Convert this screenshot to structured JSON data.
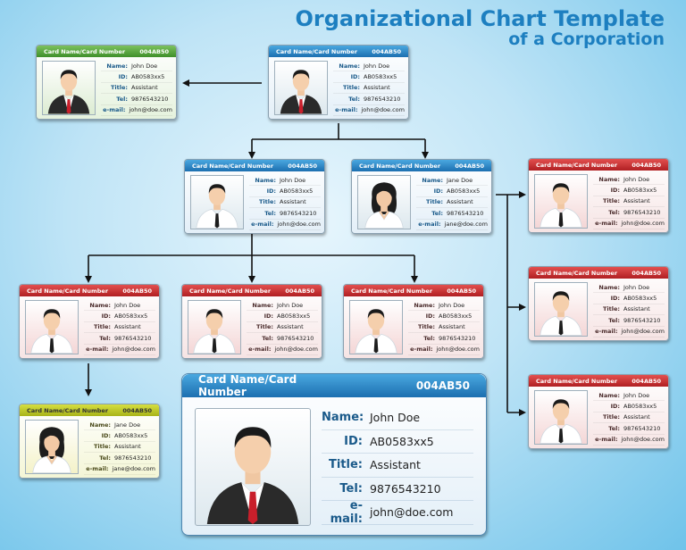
{
  "title": {
    "line1": "Organizational Chart Template",
    "line2": "of a Corporation"
  },
  "labels": {
    "name": "Name:",
    "id": "ID:",
    "title": "Title:",
    "tel": "Tel:",
    "email": "e-mail:"
  },
  "cards": [
    {
      "key": "top",
      "color": "blue",
      "header": "Card Name/Card Number",
      "number": "004AB50",
      "gender": "male-suit",
      "name": "John Doe",
      "id": "AB0583xx5",
      "title": "Assistant",
      "tel": "9876543210",
      "email": "john@doe.com"
    },
    {
      "key": "side",
      "color": "green",
      "header": "Card Name/Card Number",
      "number": "004AB50",
      "gender": "male-suit",
      "name": "John Doe",
      "id": "AB0583xx5",
      "title": "Assistant",
      "tel": "9876543210",
      "email": "john@doe.com"
    },
    {
      "key": "mid-left",
      "color": "blue",
      "header": "Card Name/Card Number",
      "number": "004AB50",
      "gender": "male",
      "name": "John Doe",
      "id": "AB0583xx5",
      "title": "Assistant",
      "tel": "9876543210",
      "email": "john@doe.com"
    },
    {
      "key": "mid-right",
      "color": "blue",
      "header": "Card Name/Card Number",
      "number": "004AB50",
      "gender": "female",
      "name": "Jane Doe",
      "id": "AB0583xx5",
      "title": "Assistant",
      "tel": "9876543210",
      "email": "jane@doe.com"
    },
    {
      "key": "red-r1",
      "color": "red",
      "header": "Card Name/Card Number",
      "number": "004AB50",
      "gender": "male",
      "name": "John Doe",
      "id": "AB0583xx5",
      "title": "Assistant",
      "tel": "9876543210",
      "email": "john@doe.com"
    },
    {
      "key": "red-r2",
      "color": "red",
      "header": "Card Name/Card Number",
      "number": "004AB50",
      "gender": "male",
      "name": "John Doe",
      "id": "AB0583xx5",
      "title": "Assistant",
      "tel": "9876543210",
      "email": "john@doe.com"
    },
    {
      "key": "red-r3",
      "color": "red",
      "header": "Card Name/Card Number",
      "number": "004AB50",
      "gender": "male",
      "name": "John Doe",
      "id": "AB0583xx5",
      "title": "Assistant",
      "tel": "9876543210",
      "email": "john@doe.com"
    },
    {
      "key": "red-l1",
      "color": "red",
      "header": "Card Name/Card Number",
      "number": "004AB50",
      "gender": "male",
      "name": "John Doe",
      "id": "AB0583xx5",
      "title": "Assistant",
      "tel": "9876543210",
      "email": "john@doe.com"
    },
    {
      "key": "red-l2",
      "color": "red",
      "header": "Card Name/Card Number",
      "number": "004AB50",
      "gender": "male",
      "name": "John Doe",
      "id": "AB0583xx5",
      "title": "Assistant",
      "tel": "9876543210",
      "email": "john@doe.com"
    },
    {
      "key": "red-l3",
      "color": "red",
      "header": "Card Name/Card Number",
      "number": "004AB50",
      "gender": "male",
      "name": "John Doe",
      "id": "AB0583xx5",
      "title": "Assistant",
      "tel": "9876543210",
      "email": "john@doe.com"
    },
    {
      "key": "yellow",
      "color": "yellow",
      "header": "Card Name/Card Number",
      "number": "004AB50",
      "gender": "female",
      "name": "Jane Doe",
      "id": "AB0583xx5",
      "title": "Assistant",
      "tel": "9876543210",
      "email": "jane@doe.com"
    },
    {
      "key": "big",
      "color": "blue",
      "header": "Card Name/Card Number",
      "number": "004AB50",
      "gender": "male-suit",
      "name": "John Doe",
      "id": "AB0583xx5",
      "title": "Assistant",
      "tel": "9876543210",
      "email": "john@doe.com"
    }
  ]
}
